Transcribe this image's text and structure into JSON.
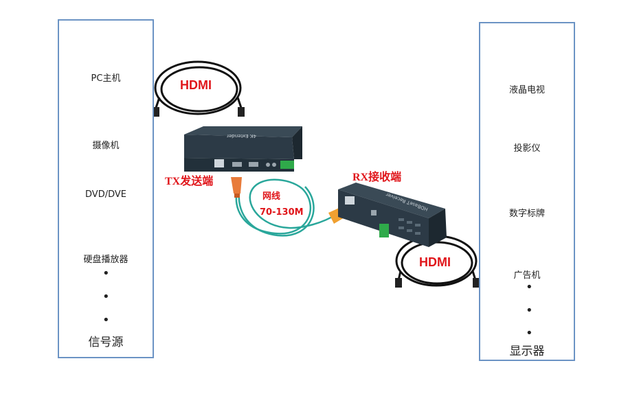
{
  "source_panel": {
    "items": [
      "PC主机",
      "摄像机",
      "DVD/DVE",
      "硬盘播放器"
    ],
    "dots": [
      "•",
      "•",
      "•"
    ],
    "title": "信号源"
  },
  "display_panel": {
    "items": [
      "液晶电视",
      "投影仪",
      "数字标牌",
      "广告机"
    ],
    "dots": [
      "•",
      "•",
      "•"
    ],
    "title": "显示器"
  },
  "cable_labels": {
    "hdmi_tx": "HDMI",
    "hdmi_rx": "HDMI",
    "network": "网线",
    "distance": "70-130M"
  },
  "devices": {
    "tx_label": "TX发送端",
    "rx_label": "RX接收端",
    "tx_box_text": "4K Extender",
    "rx_box_text": "HDBaseT Receiver"
  },
  "colors": {
    "panel_border": "#6b93c4",
    "label_red": "#e0161b",
    "network_cable": "#2aa79b",
    "cable_plug": "#f0a030",
    "device_body": "#2c3a46"
  }
}
